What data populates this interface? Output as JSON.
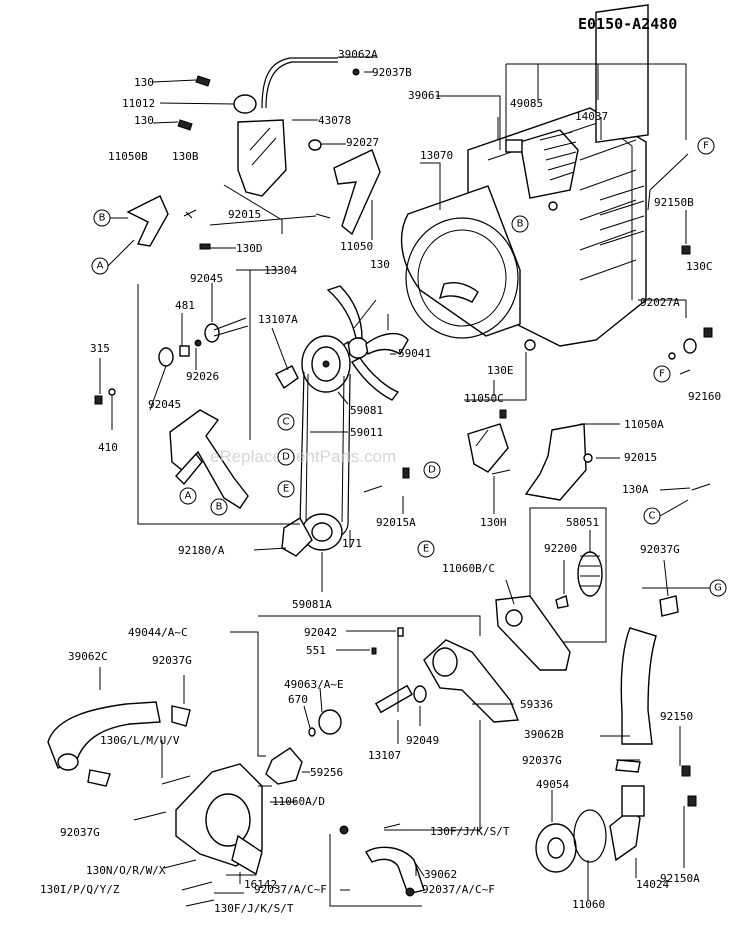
{
  "diagram_code": "E0150-A2480",
  "watermark": "eReplacementParts.com",
  "labels": {
    "p39062A": "39062A",
    "p130a": "130",
    "p92037B": "92037B",
    "p11012": "11012",
    "p39061": "39061",
    "p49085": "49085",
    "p14037": "14037",
    "p130b": "130",
    "p43078": "43078",
    "p92027": "92027",
    "p11050B": "11050B",
    "p130B": "130B",
    "p13070": "13070",
    "p92015a": "92015",
    "p92150B": "92150B",
    "p11050": "11050",
    "p130D": "130D",
    "p130c": "130",
    "p130C": "130C",
    "p92045a": "92045",
    "p13304": "13304",
    "p481": "481",
    "p13107A": "13107A",
    "p92027A": "92027A",
    "p315": "315",
    "p59041": "59041",
    "p92026": "92026",
    "p92045b": "92045",
    "p130E": "130E",
    "p92160": "92160",
    "p410": "410",
    "p59081": "59081",
    "p59011": "59011",
    "p11050C": "11050C",
    "p11050A": "11050A",
    "p92015b": "92015",
    "p130A": "130A",
    "p92015A": "92015A",
    "p130H": "130H",
    "p58051": "58051",
    "p92180A": "92180/A",
    "p171": "171",
    "p92200": "92200",
    "p92037G_a": "92037G",
    "p11060BC": "11060B/C",
    "p59081A": "59081A",
    "p49044": "49044/A~C",
    "p92042": "92042",
    "p39062C": "39062C",
    "p92037G_b": "92037G",
    "p551": "551",
    "p49063": "49063/A~E",
    "p670": "670",
    "p59336": "59336",
    "p130G": "130G/L/M/U/V",
    "p92049": "92049",
    "p13107": "13107",
    "p92150": "92150",
    "p39062B": "39062B",
    "p59256": "59256",
    "p92037G_c": "92037G",
    "p11060AD": "11060A/D",
    "p49054": "49054",
    "p92037G_d": "92037G",
    "p130FJKST_a": "130F/J/K/S/T",
    "p92150A": "92150A",
    "p130N": "130N/O/R/W/X",
    "p39062": "39062",
    "p14024": "14024",
    "p16142": "16142",
    "p130I": "130I/P/Q/Y/Z",
    "p92037AC_a": "92037/A/C~F",
    "p92037AC_b": "92037/A/C~F",
    "p11060": "11060",
    "p130FJKST_b": "130F/J/K/S/T"
  },
  "callouts": {
    "a1": "A",
    "a2": "A",
    "b1": "B",
    "b2": "B",
    "b3": "B",
    "c1": "C",
    "c2": "C",
    "d1": "D",
    "d2": "D",
    "e1": "E",
    "e2": "E",
    "f1": "F",
    "f2": "F",
    "g1": "G"
  }
}
